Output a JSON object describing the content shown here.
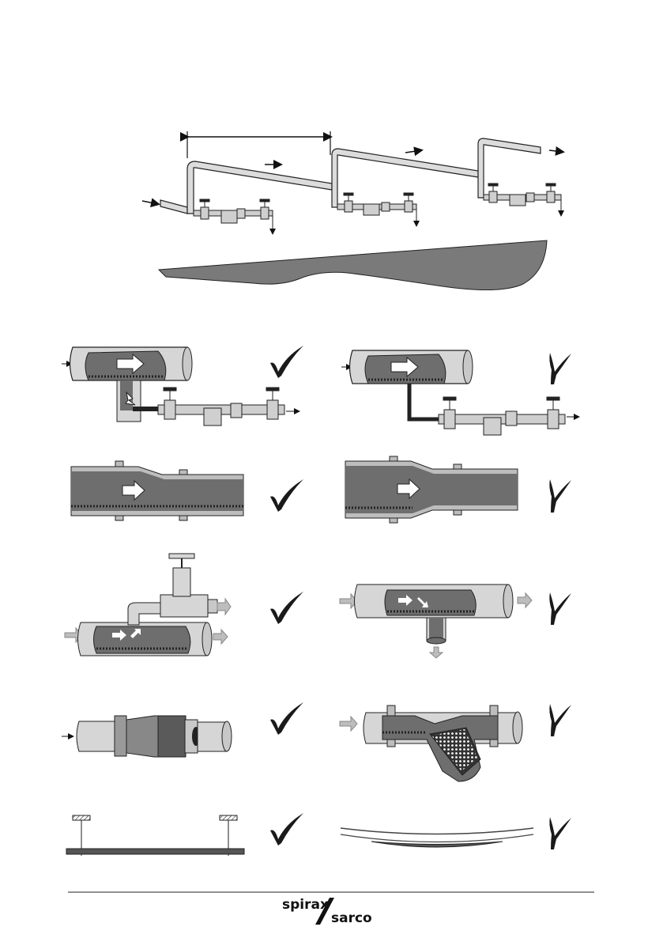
{
  "brand": {
    "logo_word_1": "spirax",
    "logo_word_2": "sarco"
  },
  "marks": {
    "correct": "check-mark",
    "incorrect": "cross-mark"
  },
  "panels": [
    {
      "id": "pocket-drain",
      "verdict": "correct"
    },
    {
      "id": "small-drain-tapping",
      "verdict": "incorrect"
    },
    {
      "id": "eccentric-reducer",
      "verdict": "correct"
    },
    {
      "id": "concentric-reducer",
      "verdict": "incorrect"
    },
    {
      "id": "branch-top-takeoff",
      "verdict": "correct"
    },
    {
      "id": "branch-bottom-takeoff",
      "verdict": "incorrect"
    },
    {
      "id": "strainer-on-side",
      "verdict": "correct"
    },
    {
      "id": "strainer-basket-down",
      "verdict": "incorrect"
    },
    {
      "id": "supported-pipe",
      "verdict": "correct"
    },
    {
      "id": "sagging-pipe",
      "verdict": "incorrect"
    }
  ],
  "colors": {
    "pipe_light": "#d6d6d6",
    "pipe_dark": "#6e6e6e",
    "outline": "#222222",
    "ground": "#777777",
    "arrow_fill": "#ffffff",
    "mark": "#1a1a1a"
  }
}
